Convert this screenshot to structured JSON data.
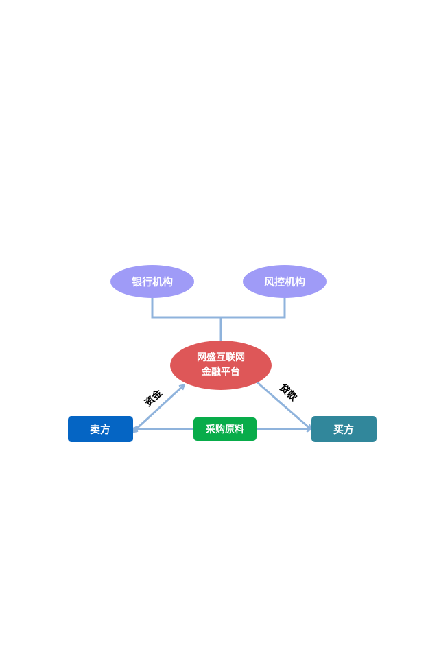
{
  "nodes": {
    "bank": {
      "label": "银行机构",
      "color": "#9f9bf7"
    },
    "risk_control": {
      "label": "风控机构",
      "color": "#9f9bf7"
    },
    "platform": {
      "label_line1": "网盛互联网",
      "label_line2": "金融平台",
      "color": "#de5758"
    },
    "seller": {
      "label": "卖方",
      "color": "#0565c4"
    },
    "buyer": {
      "label": "买方",
      "color": "#31879b"
    },
    "purchase": {
      "label": "采购原料",
      "color": "#08ac4a"
    }
  },
  "edges": {
    "funds": {
      "label": "资金"
    },
    "loan": {
      "label": "贷款"
    }
  },
  "colors": {
    "connector": "#8fb3dc",
    "text_on_node": "#ffffff",
    "edge_label": "#000000"
  }
}
